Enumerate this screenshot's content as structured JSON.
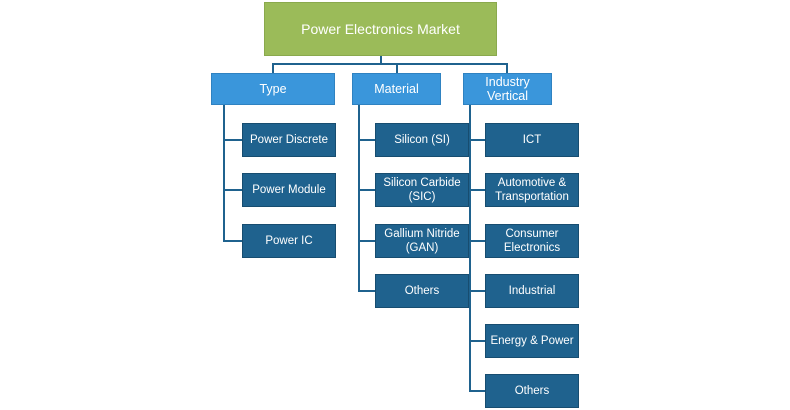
{
  "root": {
    "label": "Power Electronics Market"
  },
  "categories": [
    {
      "label": "Type",
      "items": [
        "Power Discrete",
        "Power Module",
        "Power IC"
      ]
    },
    {
      "label": "Material",
      "items": [
        "Silicon (SI)",
        "Silicon Carbide\n(SIC)",
        "Gallium Nitride\n(GAN)",
        "Others"
      ]
    },
    {
      "label": "Industry Vertical",
      "items": [
        "ICT",
        "Automotive &\nTransportation",
        "Consumer\nElectronics",
        "Industrial",
        "Energy & Power",
        "Others"
      ]
    }
  ],
  "colors": {
    "root_fill": "#9bbb59",
    "category_fill": "#3a96db",
    "leaf_fill": "#1f628e",
    "connector": "#1f628e"
  }
}
